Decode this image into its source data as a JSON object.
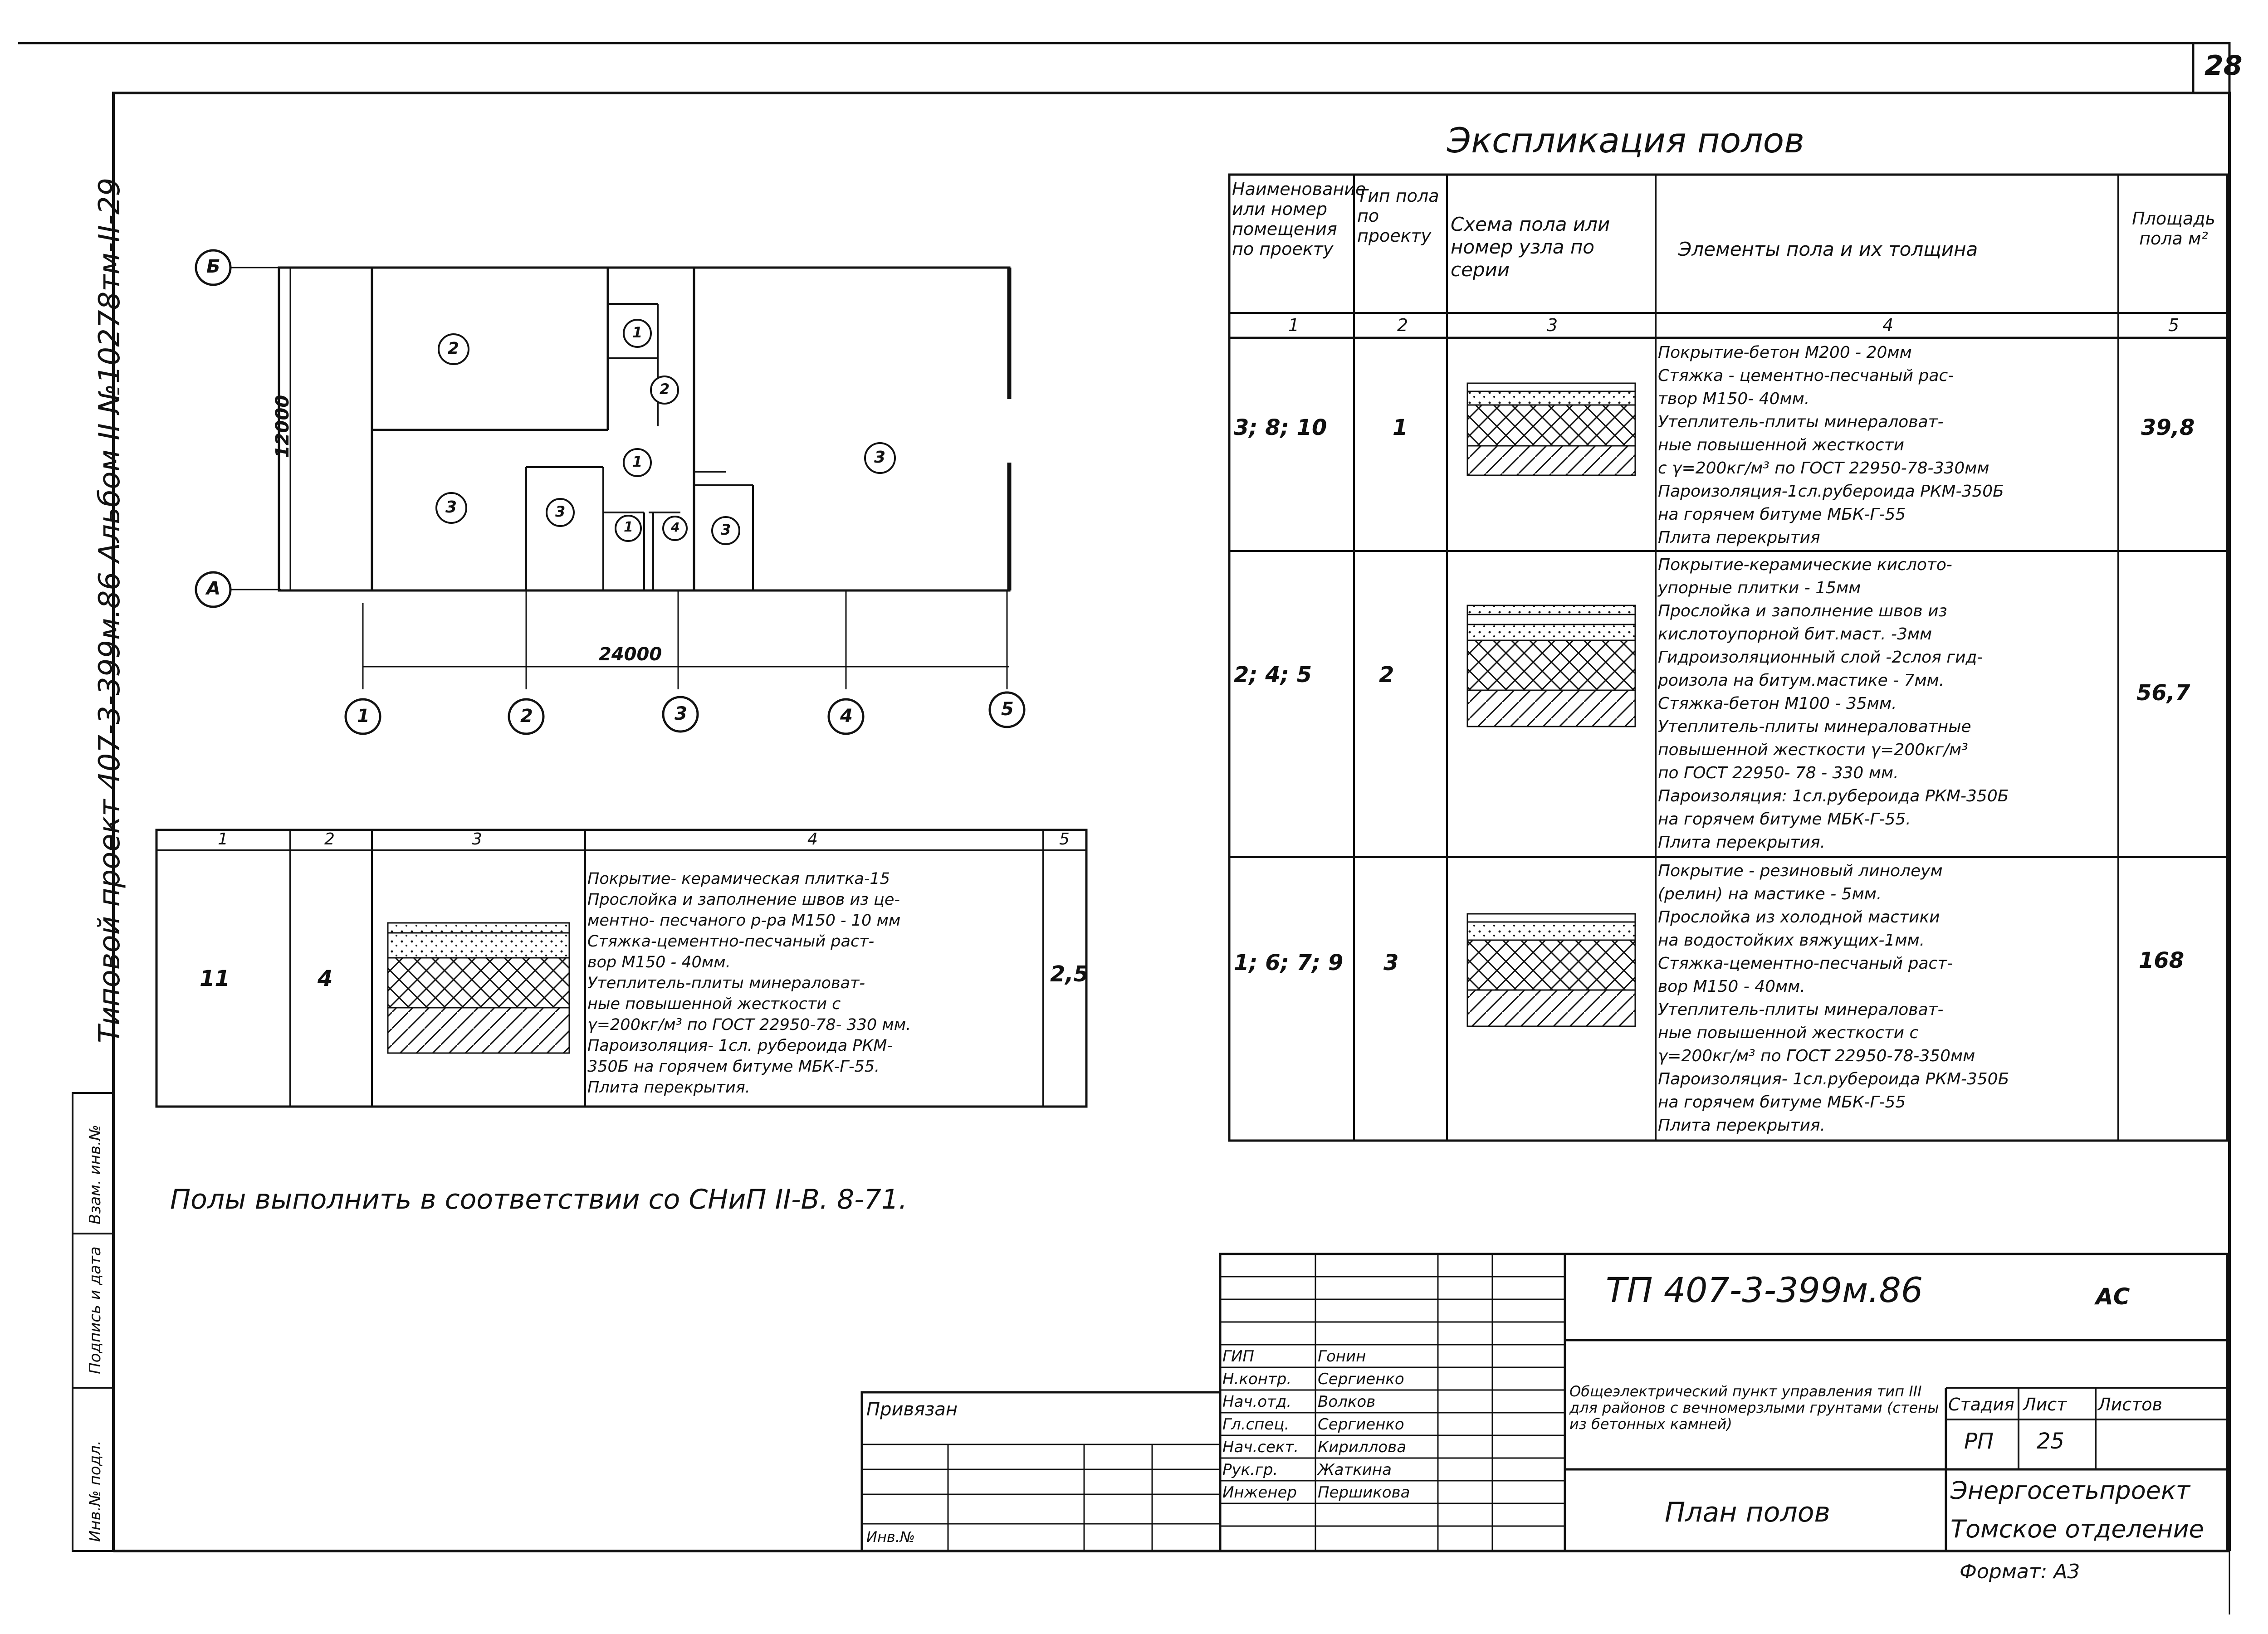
{
  "sheet_number": "28",
  "side_title": "Типовой проект 407-3-399м.86 Альбом II №10278тм-II-29",
  "side_stamp_cells": [
    "Инв.№ подл.",
    "Подпись и дата",
    "Взам. инв.№"
  ],
  "plan": {
    "axis_rows": [
      "Б",
      "А"
    ],
    "axis_cols": [
      "1",
      "2",
      "3",
      "4",
      "5"
    ],
    "dim_width": "24000",
    "dim_height": "12000",
    "room_marks": [
      "2",
      "1",
      "2",
      "1",
      "3",
      "3",
      "3",
      "1",
      "4",
      "3"
    ]
  },
  "explication": {
    "title": "Экспликация полов",
    "headers": [
      "Наименование или номер помещения по проекту",
      "Тип пола по проекту",
      "Схема пола или номер узла по серии",
      "Элементы пола и их толщина",
      "Площадь пола м²"
    ],
    "header_nums": [
      "1",
      "2",
      "3",
      "4",
      "5"
    ],
    "rows": [
      {
        "rooms": "3; 8; 10",
        "type": "1",
        "area": "39,8",
        "elements": [
          "Покрытие-бетон М200 - 20мм",
          "Стяжка - цементно-песчаный рас-",
          "твор М150- 40мм.",
          "Утеплитель-плиты минераловат-",
          "ные повышенной жесткости",
          "c γ=200кг/м³ по ГОСТ 22950-78-330мм",
          "Пароизоляция-1сл.рубероида РКМ-350Б",
          "на горячем битуме МБК-Г-55",
          "Плита перекрытия"
        ]
      },
      {
        "rooms": "2; 4; 5",
        "type": "2",
        "area": "56,7",
        "elements": [
          "Покрытие-керамические кислото-",
          "упорные плитки - 15мм",
          "Прослойка и заполнение швов из",
          "кислотоупорной бит.маст. -3мм",
          "Гидроизоляционный слой -2слоя гид-",
          "роизола на битум.мастике - 7мм.",
          "Стяжка-бетон М100 - 35мм.",
          "Утеплитель-плиты минераловатные",
          "повышенной жесткости γ=200кг/м³",
          "по ГОСТ 22950- 78 - 330 мм.",
          "Пароизоляция: 1сл.рубероида РКМ-350Б",
          "на горячем битуме МБК-Г-55.",
          "Плита перекрытия."
        ]
      },
      {
        "rooms": "1; 6; 7; 9",
        "type": "3",
        "area": "168",
        "elements": [
          "Покрытие - резиновый линолеум",
          "(релин) на мастике - 5мм.",
          "Прослойка из холодной мастики",
          "на водостойких вяжущих-1мм.",
          "Стяжка-цементно-песчаный раст-",
          "вор М150 - 40мм.",
          "Утеплитель-плиты минераловат-",
          "ные повышенной жесткости с",
          "γ=200кг/м³ по ГОСТ 22950-78-350мм",
          "Пароизоляция- 1сл.рубероида РКМ-350Б",
          "на горячем битуме МБК-Г-55",
          "Плита перекрытия."
        ]
      }
    ]
  },
  "left_table": {
    "header_nums": [
      "1",
      "2",
      "3",
      "4",
      "5"
    ],
    "row": {
      "rooms": "11",
      "type": "4",
      "area": "2,5",
      "elements": [
        "Покрытие- керамическая плитка-15",
        "Прослойка и заполнение швов из це-",
        "ментно- песчаного р-ра М150 - 10 мм",
        "Стяжка-цементно-песчаный раст-",
        "вор М150 - 40мм.",
        "Утеплитель-плиты минераловат-",
        "ные повышенной жесткости с",
        "γ=200кг/м³ по ГОСТ 22950-78- 330 мм.",
        "Пароизоляция- 1сл. рубероида РКМ-",
        "350Б на горячем битуме МБК-Г-55.",
        "Плита перекрытия."
      ]
    }
  },
  "note": "Полы выполнить в соответствии со СНиП II-В. 8-71.",
  "stamp": {
    "doc_code": "ТП 407-3-399м.86",
    "sheet_mark": "АС",
    "privyazan": "Привязан",
    "inv_no": "Инв.№",
    "roles": [
      "ГИП",
      "Н.контр.",
      "Нач.отд.",
      "Гл.спец.",
      "Нач.сект.",
      "Рук.гр.",
      "Инженер"
    ],
    "names": [
      "Гонин",
      "Сергиенко",
      "Волков",
      "Сергиенко",
      "Кириллова",
      "Жаткина",
      "Першикова"
    ],
    "object_name": "Общеэлектрический пункт управления тип III для районов с вечномерзлыми грунтами (стены из бетонных камней)",
    "stage_label": "Стадия",
    "sheet_label": "Лист",
    "sheets_label": "Листов",
    "stage": "РП",
    "sheet": "25",
    "drawing_title": "План полов",
    "org1": "Энергосетьпроект",
    "org2": "Томское отделение",
    "format": "Формат: А3"
  }
}
